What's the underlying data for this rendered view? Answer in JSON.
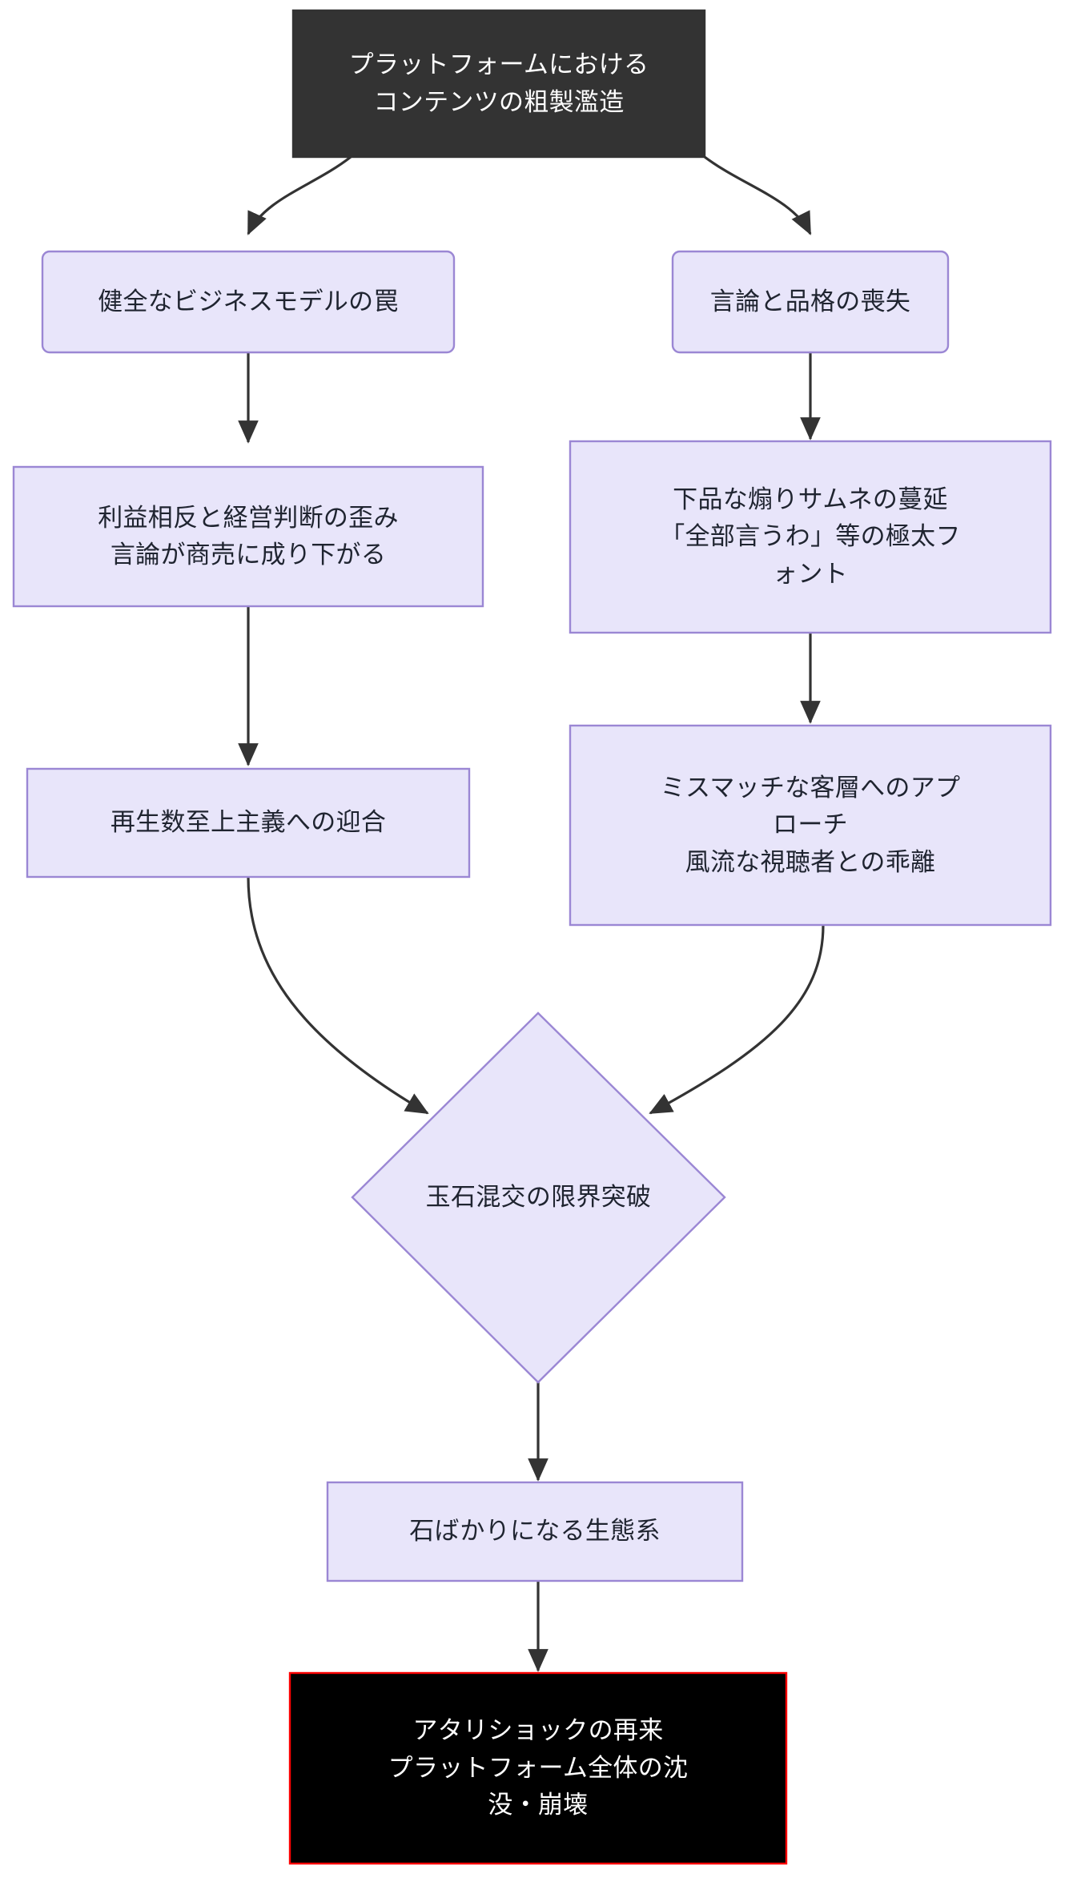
{
  "diagram": {
    "type": "flowchart",
    "direction": "top-to-bottom",
    "background": "#ffffff",
    "palette": {
      "node_fill": "#e8e5fa",
      "node_stroke": "#9b87d4",
      "root_fill": "#333333",
      "root_text": "#ffffff",
      "final_fill": "#000000",
      "final_stroke": "#ff0000",
      "final_text": "#ffffff",
      "edge_stroke": "#333333",
      "label_text": "#1f2430"
    },
    "nodes": [
      {
        "id": "root",
        "shape": "rect",
        "style": "dark",
        "lines": [
          "プラットフォームにおける",
          "コンテンツの粗製濫造"
        ]
      },
      {
        "id": "biz-model-trap",
        "shape": "rounded-rect",
        "style": "light",
        "lines": [
          "健全なビジネスモデルの罠"
        ]
      },
      {
        "id": "loss-of-dignity",
        "shape": "rounded-rect",
        "style": "light",
        "lines": [
          "言論と品格の喪失"
        ]
      },
      {
        "id": "conflict-of-interest",
        "shape": "rect",
        "style": "light",
        "lines": [
          "利益相反と経営判断の歪み",
          "言論が商売に成り下がる"
        ]
      },
      {
        "id": "vulgar-thumbnails",
        "shape": "rect",
        "style": "light",
        "lines": [
          "下品な煽りサムネの蔓延",
          "「全部言うわ」等の極太フ",
          "ォント"
        ]
      },
      {
        "id": "view-count-pandering",
        "shape": "rect",
        "style": "light",
        "lines": [
          "再生数至上主義への迎合"
        ]
      },
      {
        "id": "audience-mismatch",
        "shape": "rect",
        "style": "light",
        "lines": [
          "ミスマッチな客層へのアプ",
          "ローチ",
          "風流な視聴者との乖離"
        ]
      },
      {
        "id": "quality-breakdown",
        "shape": "diamond",
        "style": "light",
        "lines": [
          "玉石混交の限界突破"
        ]
      },
      {
        "id": "stones-only-ecosystem",
        "shape": "rect",
        "style": "light",
        "lines": [
          "石ばかりになる生態系"
        ]
      },
      {
        "id": "atari-shock",
        "shape": "rect",
        "style": "final",
        "lines": [
          "アタリショックの再来",
          "プラットフォーム全体の沈",
          "没・崩壊"
        ]
      }
    ],
    "edges": [
      {
        "from": "root",
        "to": "biz-model-trap",
        "kind": "curved-arrow"
      },
      {
        "from": "root",
        "to": "loss-of-dignity",
        "kind": "curved-arrow"
      },
      {
        "from": "biz-model-trap",
        "to": "conflict-of-interest",
        "kind": "straight-arrow"
      },
      {
        "from": "loss-of-dignity",
        "to": "vulgar-thumbnails",
        "kind": "straight-arrow"
      },
      {
        "from": "conflict-of-interest",
        "to": "view-count-pandering",
        "kind": "straight-arrow"
      },
      {
        "from": "vulgar-thumbnails",
        "to": "audience-mismatch",
        "kind": "straight-arrow"
      },
      {
        "from": "view-count-pandering",
        "to": "quality-breakdown",
        "kind": "curved-arrow"
      },
      {
        "from": "audience-mismatch",
        "to": "quality-breakdown",
        "kind": "curved-arrow"
      },
      {
        "from": "quality-breakdown",
        "to": "stones-only-ecosystem",
        "kind": "straight-arrow"
      },
      {
        "from": "stones-only-ecosystem",
        "to": "atari-shock",
        "kind": "straight-arrow"
      }
    ]
  }
}
